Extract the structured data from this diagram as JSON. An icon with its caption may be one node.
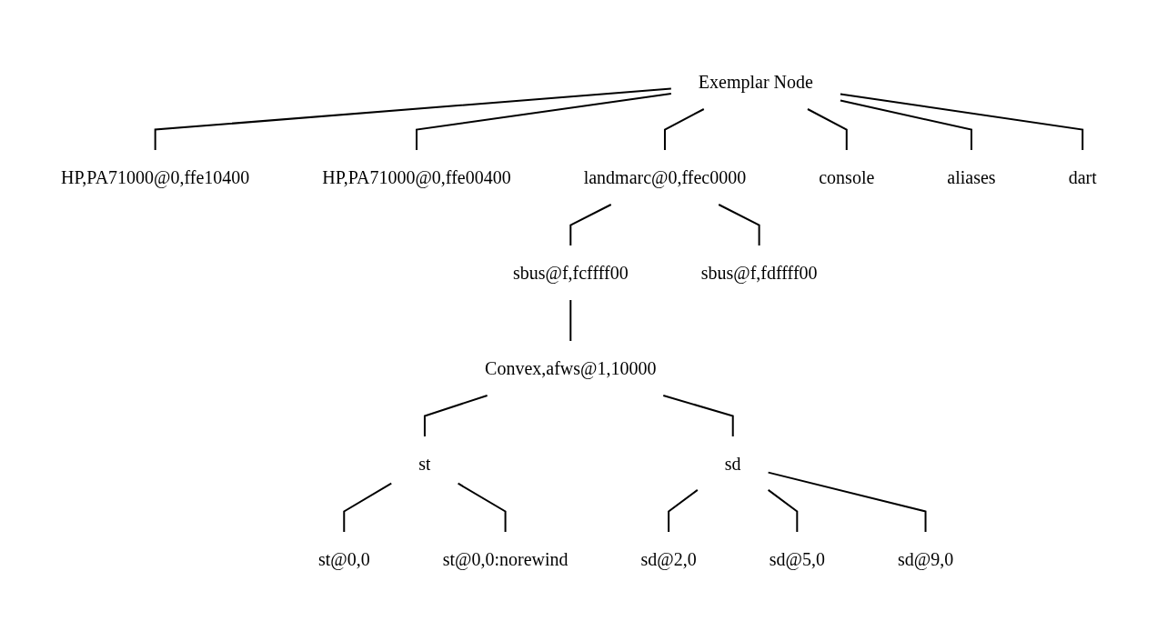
{
  "diagram": {
    "nodes": [
      {
        "text": [
          "Exemplar Node"
        ]
      },
      {
        "text": [
          "HP,PA71000@0,ffe10400"
        ]
      },
      {
        "text": [
          "HP,PA71000@0,ffe00400"
        ]
      },
      {
        "text": [
          "landmarc@0,ffec0000"
        ]
      },
      {
        "text": [
          "console"
        ]
      },
      {
        "text": [
          "aliases"
        ]
      },
      {
        "text": [
          "dart"
        ]
      },
      {
        "text": [
          "sbus@f,fcffff00"
        ]
      },
      {
        "text": [
          "sbus@f,fdffff00"
        ]
      },
      {
        "text": [
          "Convex,afws@1,10000"
        ]
      },
      {
        "text": [
          "st"
        ]
      },
      {
        "text": [
          "sd"
        ]
      },
      {
        "text": [
          "st@0,0"
        ]
      },
      {
        "text": [
          "st@0,0:norewind"
        ]
      },
      {
        "text": [
          "sd@2,0"
        ]
      },
      {
        "text": [
          "sd@5,0"
        ]
      },
      {
        "text": [
          "sd@9,0"
        ]
      }
    ],
    "edges": [
      {
        "from": 0,
        "to": 1,
        "arrow": "none"
      },
      {
        "from": 0,
        "to": 2,
        "arrow": "none"
      },
      {
        "from": 0,
        "to": 3,
        "arrow": "none"
      },
      {
        "from": 0,
        "to": 4,
        "arrow": "none"
      },
      {
        "from": 0,
        "to": 5,
        "arrow": "none"
      },
      {
        "from": 0,
        "to": 6,
        "arrow": "none"
      },
      {
        "from": 3,
        "to": 7,
        "arrow": "none"
      },
      {
        "from": 3,
        "to": 8,
        "arrow": "none"
      },
      {
        "from": 7,
        "to": 9,
        "arrow": "none"
      },
      {
        "from": 9,
        "to": 10,
        "arrow": "none"
      },
      {
        "from": 9,
        "to": 11,
        "arrow": "none"
      },
      {
        "from": 10,
        "to": 12,
        "arrow": "none"
      },
      {
        "from": 10,
        "to": 13,
        "arrow": "none"
      },
      {
        "from": 11,
        "to": 14,
        "arrow": "none"
      },
      {
        "from": 11,
        "to": 15,
        "arrow": "none"
      },
      {
        "from": 11,
        "to": 16,
        "arrow": "none"
      }
    ]
  }
}
